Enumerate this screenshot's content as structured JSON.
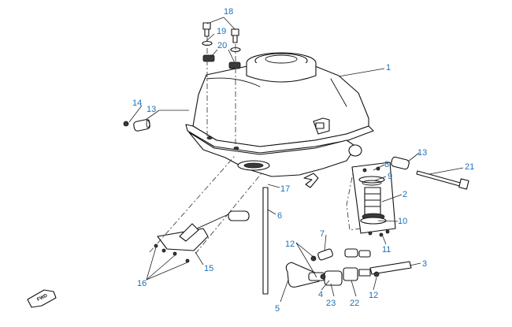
{
  "callouts": [
    {
      "id": "c18",
      "label": "18"
    },
    {
      "id": "c19",
      "label": "19"
    },
    {
      "id": "c20",
      "label": "20"
    },
    {
      "id": "c1",
      "label": "1"
    },
    {
      "id": "c14",
      "label": "14"
    },
    {
      "id": "c13a",
      "label": "13"
    },
    {
      "id": "c13b",
      "label": "13"
    },
    {
      "id": "c21",
      "label": "21"
    },
    {
      "id": "c8",
      "label": "8"
    },
    {
      "id": "c9",
      "label": "9"
    },
    {
      "id": "c2",
      "label": "2"
    },
    {
      "id": "c17",
      "label": "17"
    },
    {
      "id": "c6",
      "label": "6"
    },
    {
      "id": "c10",
      "label": "10"
    },
    {
      "id": "c7",
      "label": "7"
    },
    {
      "id": "c11",
      "label": "11"
    },
    {
      "id": "c12a",
      "label": "12"
    },
    {
      "id": "c3",
      "label": "3"
    },
    {
      "id": "c15",
      "label": "15"
    },
    {
      "id": "c16",
      "label": "16"
    },
    {
      "id": "c4",
      "label": "4"
    },
    {
      "id": "c23",
      "label": "23"
    },
    {
      "id": "c22",
      "label": "22"
    },
    {
      "id": "c12b",
      "label": "12"
    },
    {
      "id": "c5",
      "label": "5"
    }
  ],
  "fwd_indicator": {
    "text": "FWD"
  },
  "colors": {
    "callout": "#1d6fb8",
    "line": "#111111",
    "background": "#ffffff"
  }
}
